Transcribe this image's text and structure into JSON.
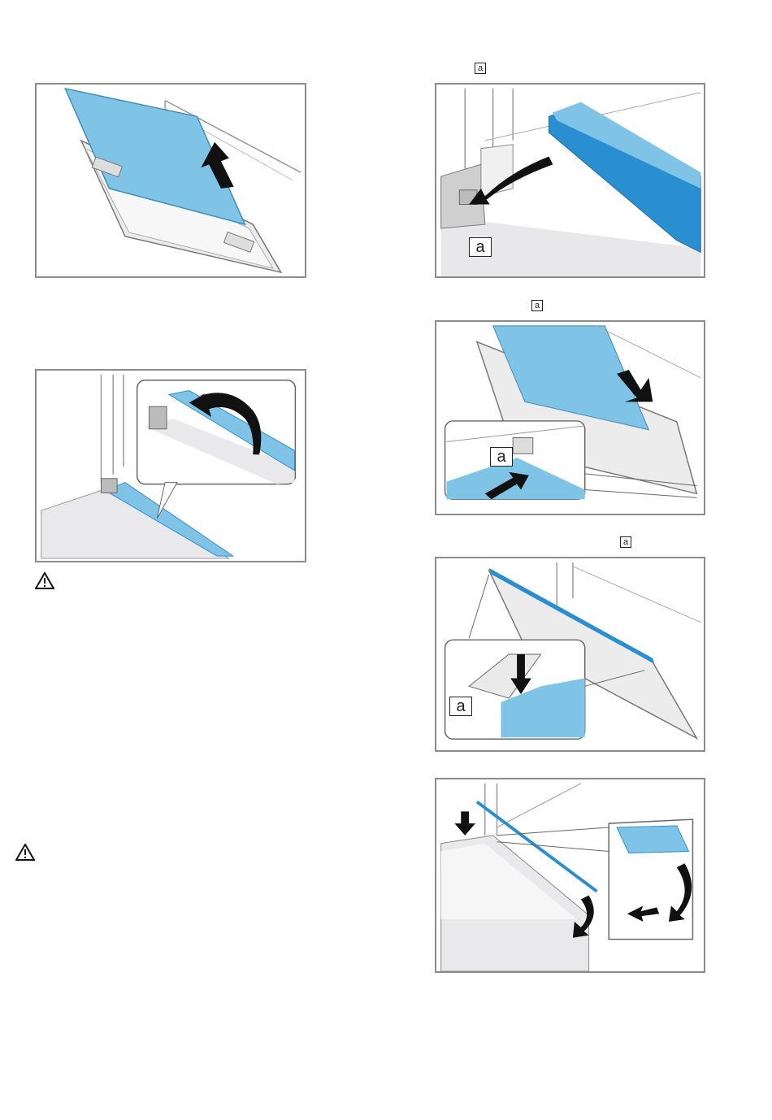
{
  "markers": {
    "fig2_label": "a",
    "fig4_label": "a",
    "fig6_label": "a",
    "callout_fig2": "a",
    "callout_fig4": "a",
    "callout_fig6": "a"
  },
  "icons": {
    "warning_1": "warning-triangle-icon",
    "warning_2": "warning-triangle-icon"
  },
  "colors": {
    "glass_blue": "#7fc3e6",
    "seal_blue": "#2a8fd0",
    "outline": "#8c8c8c",
    "arrow": "#111111"
  }
}
